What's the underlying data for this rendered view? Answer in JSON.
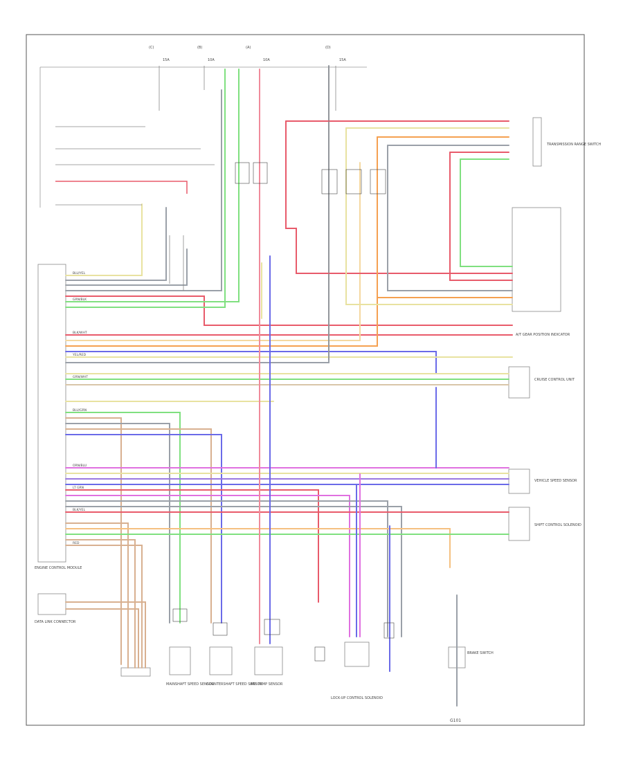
{
  "diagram": {
    "connector_labels": [
      "(C)",
      "(B)",
      "(A)",
      "(D)"
    ],
    "fuse_labels": [
      "15A",
      "10A",
      "10A",
      "15A"
    ],
    "wire_labels": [
      "BLU/YEL",
      "GRN/BLK",
      "BLK/WHT",
      "YEL/RED",
      "GRN/WHT",
      "BLU/GRN",
      "ORN/BLU",
      "LT GRN",
      "BLK/YEL",
      "RED"
    ],
    "components": [
      "ENGINE CONTROL MODULE",
      "TRANSMISSION RANGE SWITCH",
      "CRUISE CONTROL UNIT",
      "VEHICLE SPEED SENSOR",
      "SHIFT CONTROL SOLENOID",
      "LOCK-UP CONTROL SOLENOID",
      "DATA LINK CONNECTOR",
      "ATF TEMP SENSOR",
      "BRAKE SWITCH",
      "MAINSHAFT SPEED SENSOR",
      "COUNTERSHAFT SPEED SENSOR",
      "A/T GEAR POSITION INDICATOR"
    ],
    "ground_label": "G101"
  }
}
